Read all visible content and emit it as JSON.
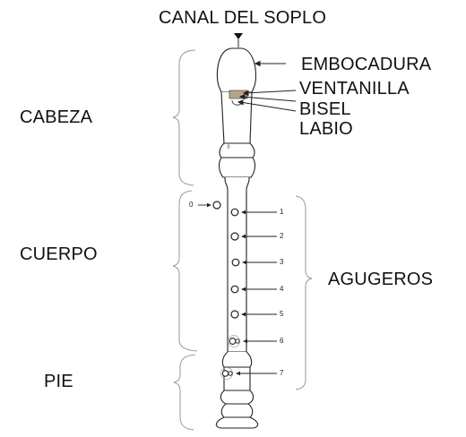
{
  "labels": {
    "canal_del_soplo": "CANAL DEL SOPLO",
    "embocadura": "EMBOCADURA",
    "ventanilla": "VENTANILLA",
    "bisel": "BISEL",
    "labio": "LABIO",
    "cabeza": "CABEZA",
    "cuerpo": "CUERPO",
    "pie": "PIE",
    "agugeros": "AGUGEROS"
  },
  "holes": [
    "0",
    "1",
    "2",
    "3",
    "4",
    "5",
    "6",
    "7"
  ],
  "colors": {
    "line": "#222222",
    "bracket": "#9a9a9a",
    "window": "#b7a58a"
  }
}
